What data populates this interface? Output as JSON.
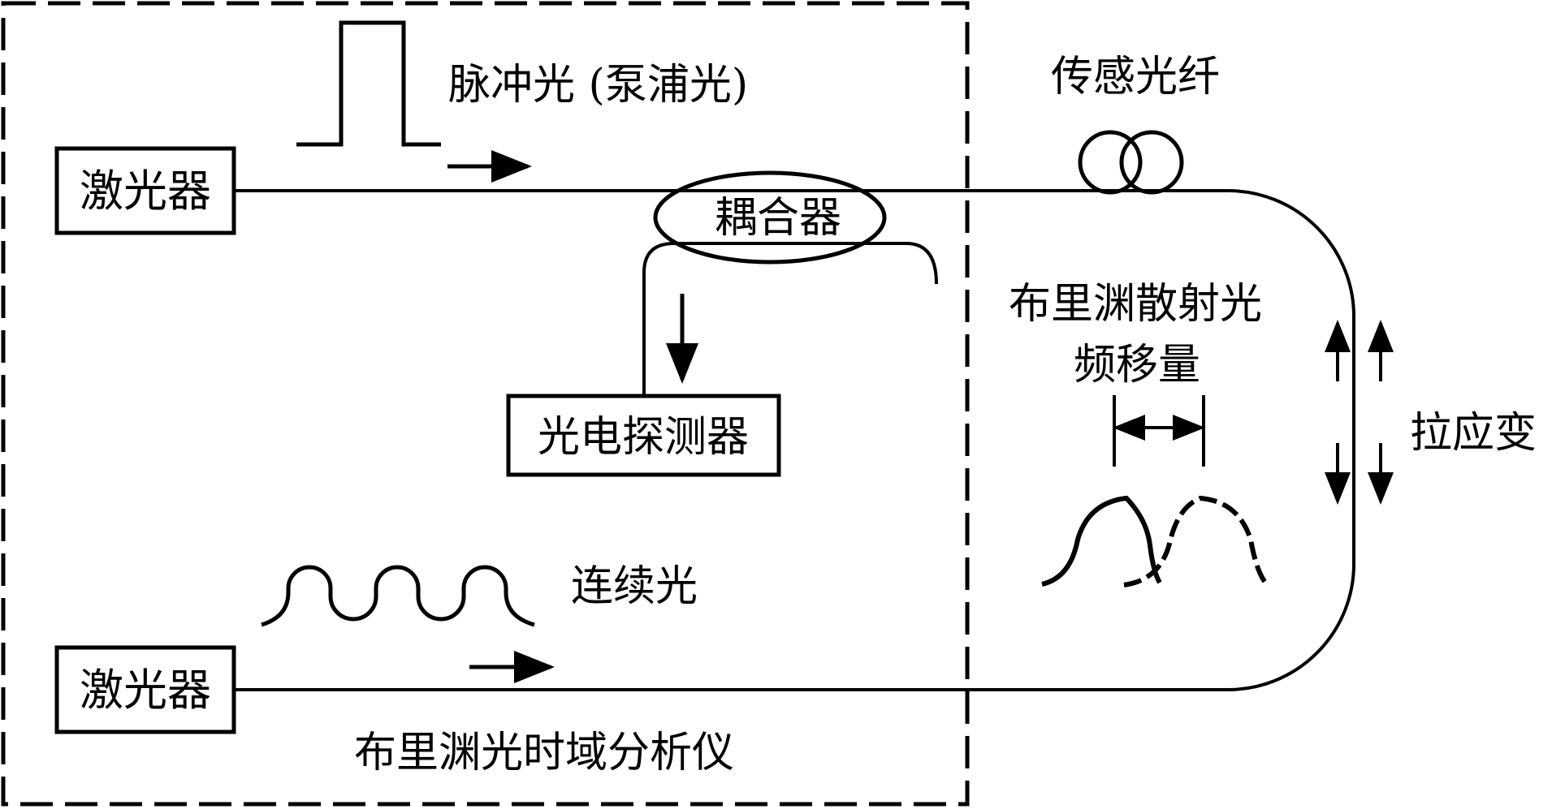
{
  "colors": {
    "line": "#000000",
    "background": "#ffffff"
  },
  "labels": {
    "laser_top": "激光器",
    "laser_bottom": "激光器",
    "pulse_light": "脉冲光 (泵浦光)",
    "coupler": "耦合器",
    "photodetector": "光电探测器",
    "continuous_light": "连续光",
    "analyzer": "布里渊光时域分析仪",
    "sensing_fiber": "传感光纤",
    "brillouin_scatter_line1": "布里渊散射光",
    "brillouin_scatter_line2": "频移量",
    "tensile_strain": "拉应变"
  }
}
